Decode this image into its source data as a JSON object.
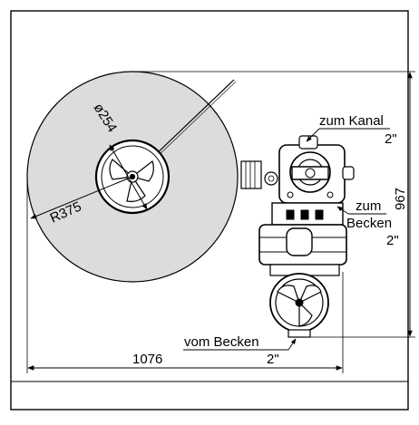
{
  "drawing": {
    "labels": {
      "diameter": "ø254",
      "radius": "R375",
      "outlet_top": "zum Kanal",
      "outlet_top_size": "2\"",
      "outlet_right": "zum",
      "outlet_right_2": "Becken",
      "outlet_right_size": "2\"",
      "inlet_bottom": "vom Becken",
      "inlet_bottom_size": "2\"",
      "height_dim": "967",
      "width_dim": "1076"
    },
    "colors": {
      "line": "#000000",
      "sweep_fill": "#dcdcdc",
      "background": "#ffffff"
    }
  }
}
